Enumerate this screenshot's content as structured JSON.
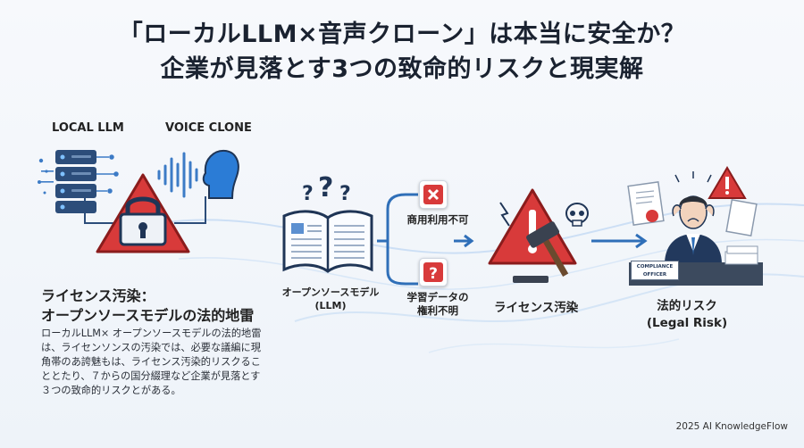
{
  "title": {
    "line1": "「ローカルLLM×音声クローン」は本当に安全か？",
    "line2": "企業が見落とす3つの致命的リスクと現実解"
  },
  "left": {
    "local_llm_label": "LOCAL LLM",
    "voice_clone_label": "VOICE CLONE",
    "heading_line1": "ライセンス汚染：",
    "heading_line2": "オープンソースモデルの法的地雷",
    "paragraph": [
      "ローカルLLM× オープンソースモデルの法的地雷",
      "は、ライセンソンスの汚染では、必要な議編に現",
      "角帯のあ誇魅もは、ライセンス汚染的リスクるこ",
      "ととたり、７からの国分綴理など企業が見落とす",
      "３つの致命的リスクとがある。"
    ]
  },
  "flow": {
    "book_label_line1": "オープンソースモデル",
    "book_label_line2": "(LLM)",
    "branch_top": "商用利用不可",
    "branch_bottom_line1": "学習データの",
    "branch_bottom_line2": "権利不明",
    "contamination_label": "ライセンス汚染",
    "legal_label_line1": "法的リスク",
    "legal_label_line2": "(Legal Risk)",
    "compliance_sign_line1": "COMPLIANCE",
    "compliance_sign_line2": "OFFICER"
  },
  "colors": {
    "warning_red": "#d83a3a",
    "accent_blue": "#2f6fb8",
    "dark_navy": "#1f3556"
  },
  "footer": "2025 AI KnowledgeFlow"
}
